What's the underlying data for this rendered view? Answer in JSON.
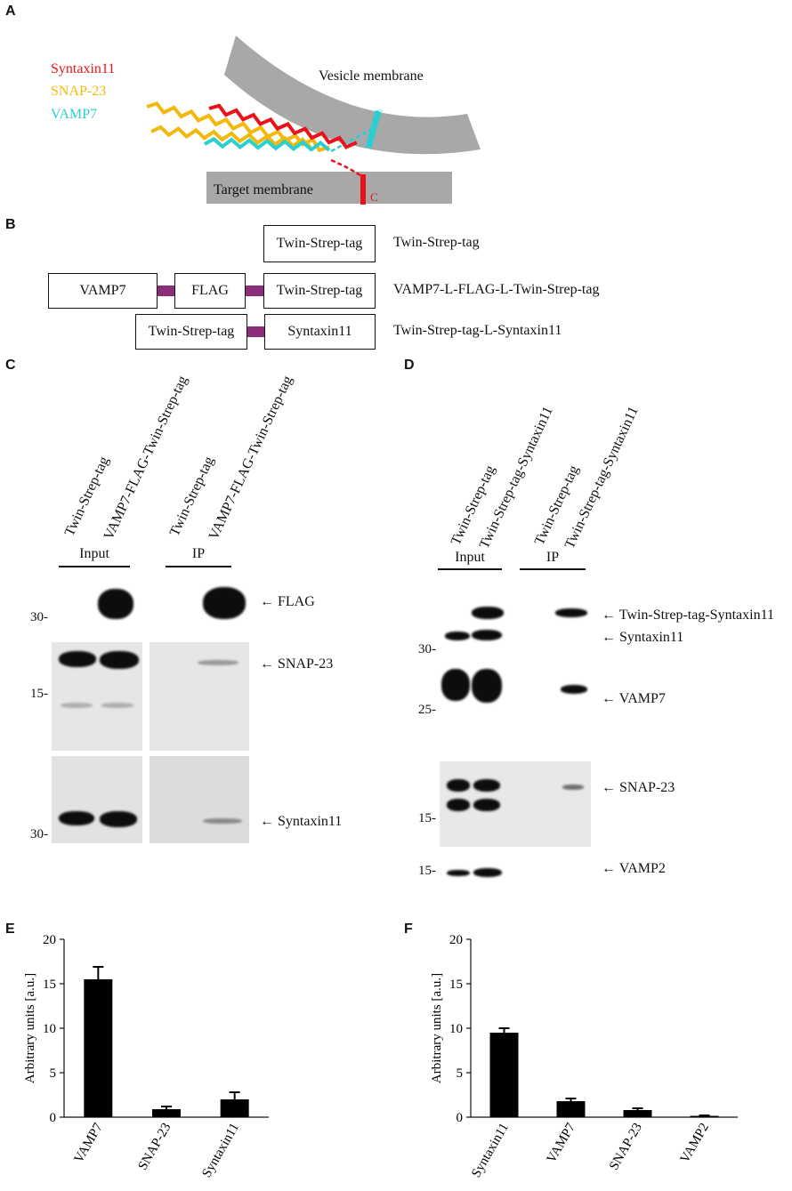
{
  "panels": {
    "A": "A",
    "B": "B",
    "C": "C",
    "D": "D",
    "E": "E",
    "F": "F"
  },
  "panel_a": {
    "legend": [
      {
        "label": "Syntaxin11",
        "color": "#e8141a"
      },
      {
        "label": "SNAP-23",
        "color": "#f2b90c"
      },
      {
        "label": "VAMP7",
        "color": "#2ccfd1"
      }
    ],
    "vesicle_label": "Vesicle membrane",
    "target_label": "Target membrane",
    "terminus_label": "C"
  },
  "panel_b": {
    "boxes": {
      "twin_strep": "Twin-Strep-tag",
      "vamp7": "VAMP7",
      "flag": "FLAG",
      "syntaxin11": "Syntaxin11"
    },
    "constructs": [
      "Twin-Strep-tag",
      "VAMP7-L-FLAG-L-Twin-Strep-tag",
      "Twin-Strep-tag-L-Syntaxin11"
    ],
    "linker_color": "#8a2e7a"
  },
  "panel_c": {
    "lanes": [
      "Twin-Strep-tag",
      "VAMP7-FLAG-Twin-Strep-tag",
      "Twin-Strep-tag",
      "VAMP7-FLAG-Twin-Strep-tag"
    ],
    "groups": [
      "Input",
      "IP"
    ],
    "markers": [
      "30-",
      "15-",
      "30-"
    ],
    "bands": [
      "FLAG",
      "SNAP-23",
      "Syntaxin11"
    ]
  },
  "panel_d": {
    "lanes": [
      "Twin-Strep-tag",
      "Twin-Strep-tag-Syntaxin11",
      "Twin-Strep-tag",
      "Twin-Strep-tag-Syntaxin11"
    ],
    "groups": [
      "Input",
      "IP"
    ],
    "markers": [
      "30-",
      "25-",
      "15-",
      "15-"
    ],
    "bands": [
      "Twin-Strep-tag-Syntaxin11",
      "Syntaxin11",
      "VAMP7",
      "SNAP-23",
      "VAMP2"
    ]
  },
  "chart_data": [
    {
      "type": "bar",
      "panel": "E",
      "categories": [
        "VAMP7",
        "SNAP-23",
        "Syntaxin11"
      ],
      "values": [
        15.5,
        0.9,
        2.0
      ],
      "errors": [
        1.4,
        0.3,
        0.8
      ],
      "ylabel": "Arbitrary units [a.u.]",
      "ylim": [
        0,
        20
      ],
      "yticks": [
        0,
        5,
        10,
        15,
        20
      ],
      "bar_color": "#000000"
    },
    {
      "type": "bar",
      "panel": "F",
      "categories": [
        "Syntaxin11",
        "VAMP7",
        "SNAP-23",
        "VAMP2"
      ],
      "values": [
        9.5,
        1.8,
        0.8,
        0.15
      ],
      "errors": [
        0.5,
        0.3,
        0.2,
        0.05
      ],
      "ylabel": "Arbitrary units [a.u.]",
      "ylim": [
        0,
        20
      ],
      "yticks": [
        0,
        5,
        10,
        15,
        20
      ],
      "bar_color": "#000000"
    }
  ]
}
